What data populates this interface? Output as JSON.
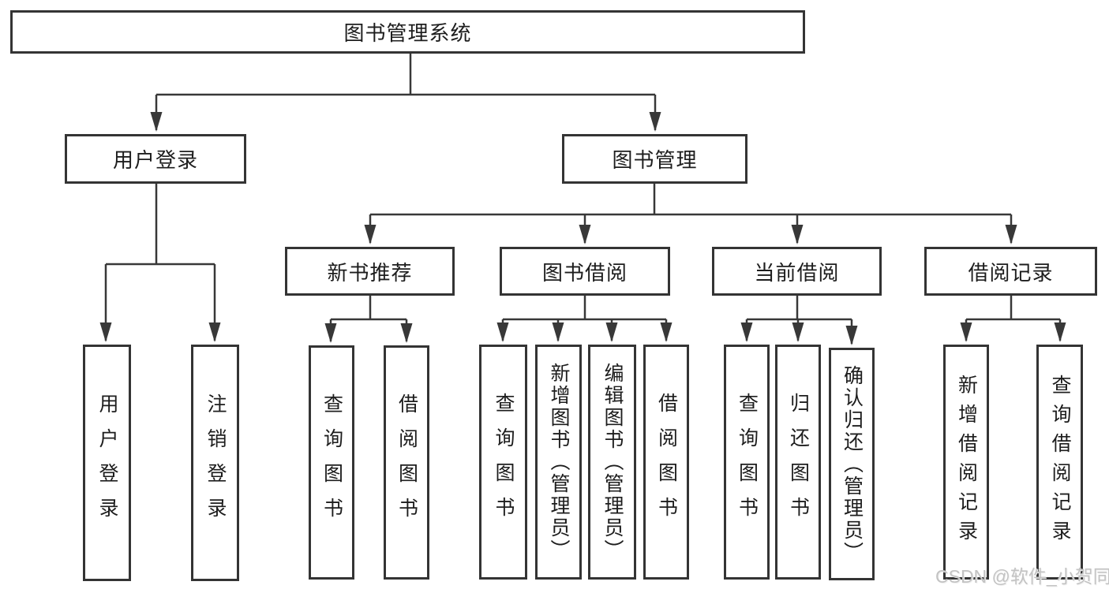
{
  "diagram": {
    "title": "图书管理系统",
    "colors": {
      "line": "#383838",
      "box_border": "#343434",
      "text": "#1d1d1d",
      "background": "#ffffff",
      "watermark_text": "#c3c3c3"
    },
    "nodes": {
      "root": {
        "label": "图书管理系统"
      },
      "user_login": {
        "label": "用户登录"
      },
      "book_management": {
        "label": "图书管理"
      },
      "new_book_recommend": {
        "label": "新书推荐"
      },
      "book_borrowing": {
        "label": "图书借阅"
      },
      "current_borrowing": {
        "label": "当前借阅"
      },
      "borrowing_records": {
        "label": "借阅记录"
      },
      "leaf_user_login": {
        "label": "用户登录"
      },
      "leaf_logout": {
        "label": "注销登录"
      },
      "nbr_query_books": {
        "label": "查询图书"
      },
      "nbr_borrow_books": {
        "label": "借阅图书"
      },
      "bb_query_books": {
        "label": "查询图书"
      },
      "bb_add_books": {
        "label": "新增图书（管理员）"
      },
      "bb_edit_books": {
        "label": "编辑图书（管理员）"
      },
      "bb_borrow_books": {
        "label": "借阅图书"
      },
      "cb_query_books": {
        "label": "查询图书"
      },
      "cb_return_books": {
        "label": "归还图书"
      },
      "cb_confirm_return": {
        "label": "确认归还（管理员）"
      },
      "br_add_record": {
        "label": "新增借阅记录"
      },
      "br_query_record": {
        "label": "查询借阅记录"
      }
    },
    "hierarchy": {
      "图书管理系统": {
        "用户登录": [
          "用户登录",
          "注销登录"
        ],
        "图书管理": {
          "新书推荐": [
            "查询图书",
            "借阅图书"
          ],
          "图书借阅": [
            "查询图书",
            "新增图书（管理员）",
            "编辑图书（管理员）",
            "借阅图书"
          ],
          "当前借阅": [
            "查询图书",
            "归还图书",
            "确认归还（管理员）"
          ],
          "借阅记录": [
            "新增借阅记录",
            "查询借阅记录"
          ]
        }
      }
    },
    "watermark": "CSDN @软件_小贺同学"
  }
}
